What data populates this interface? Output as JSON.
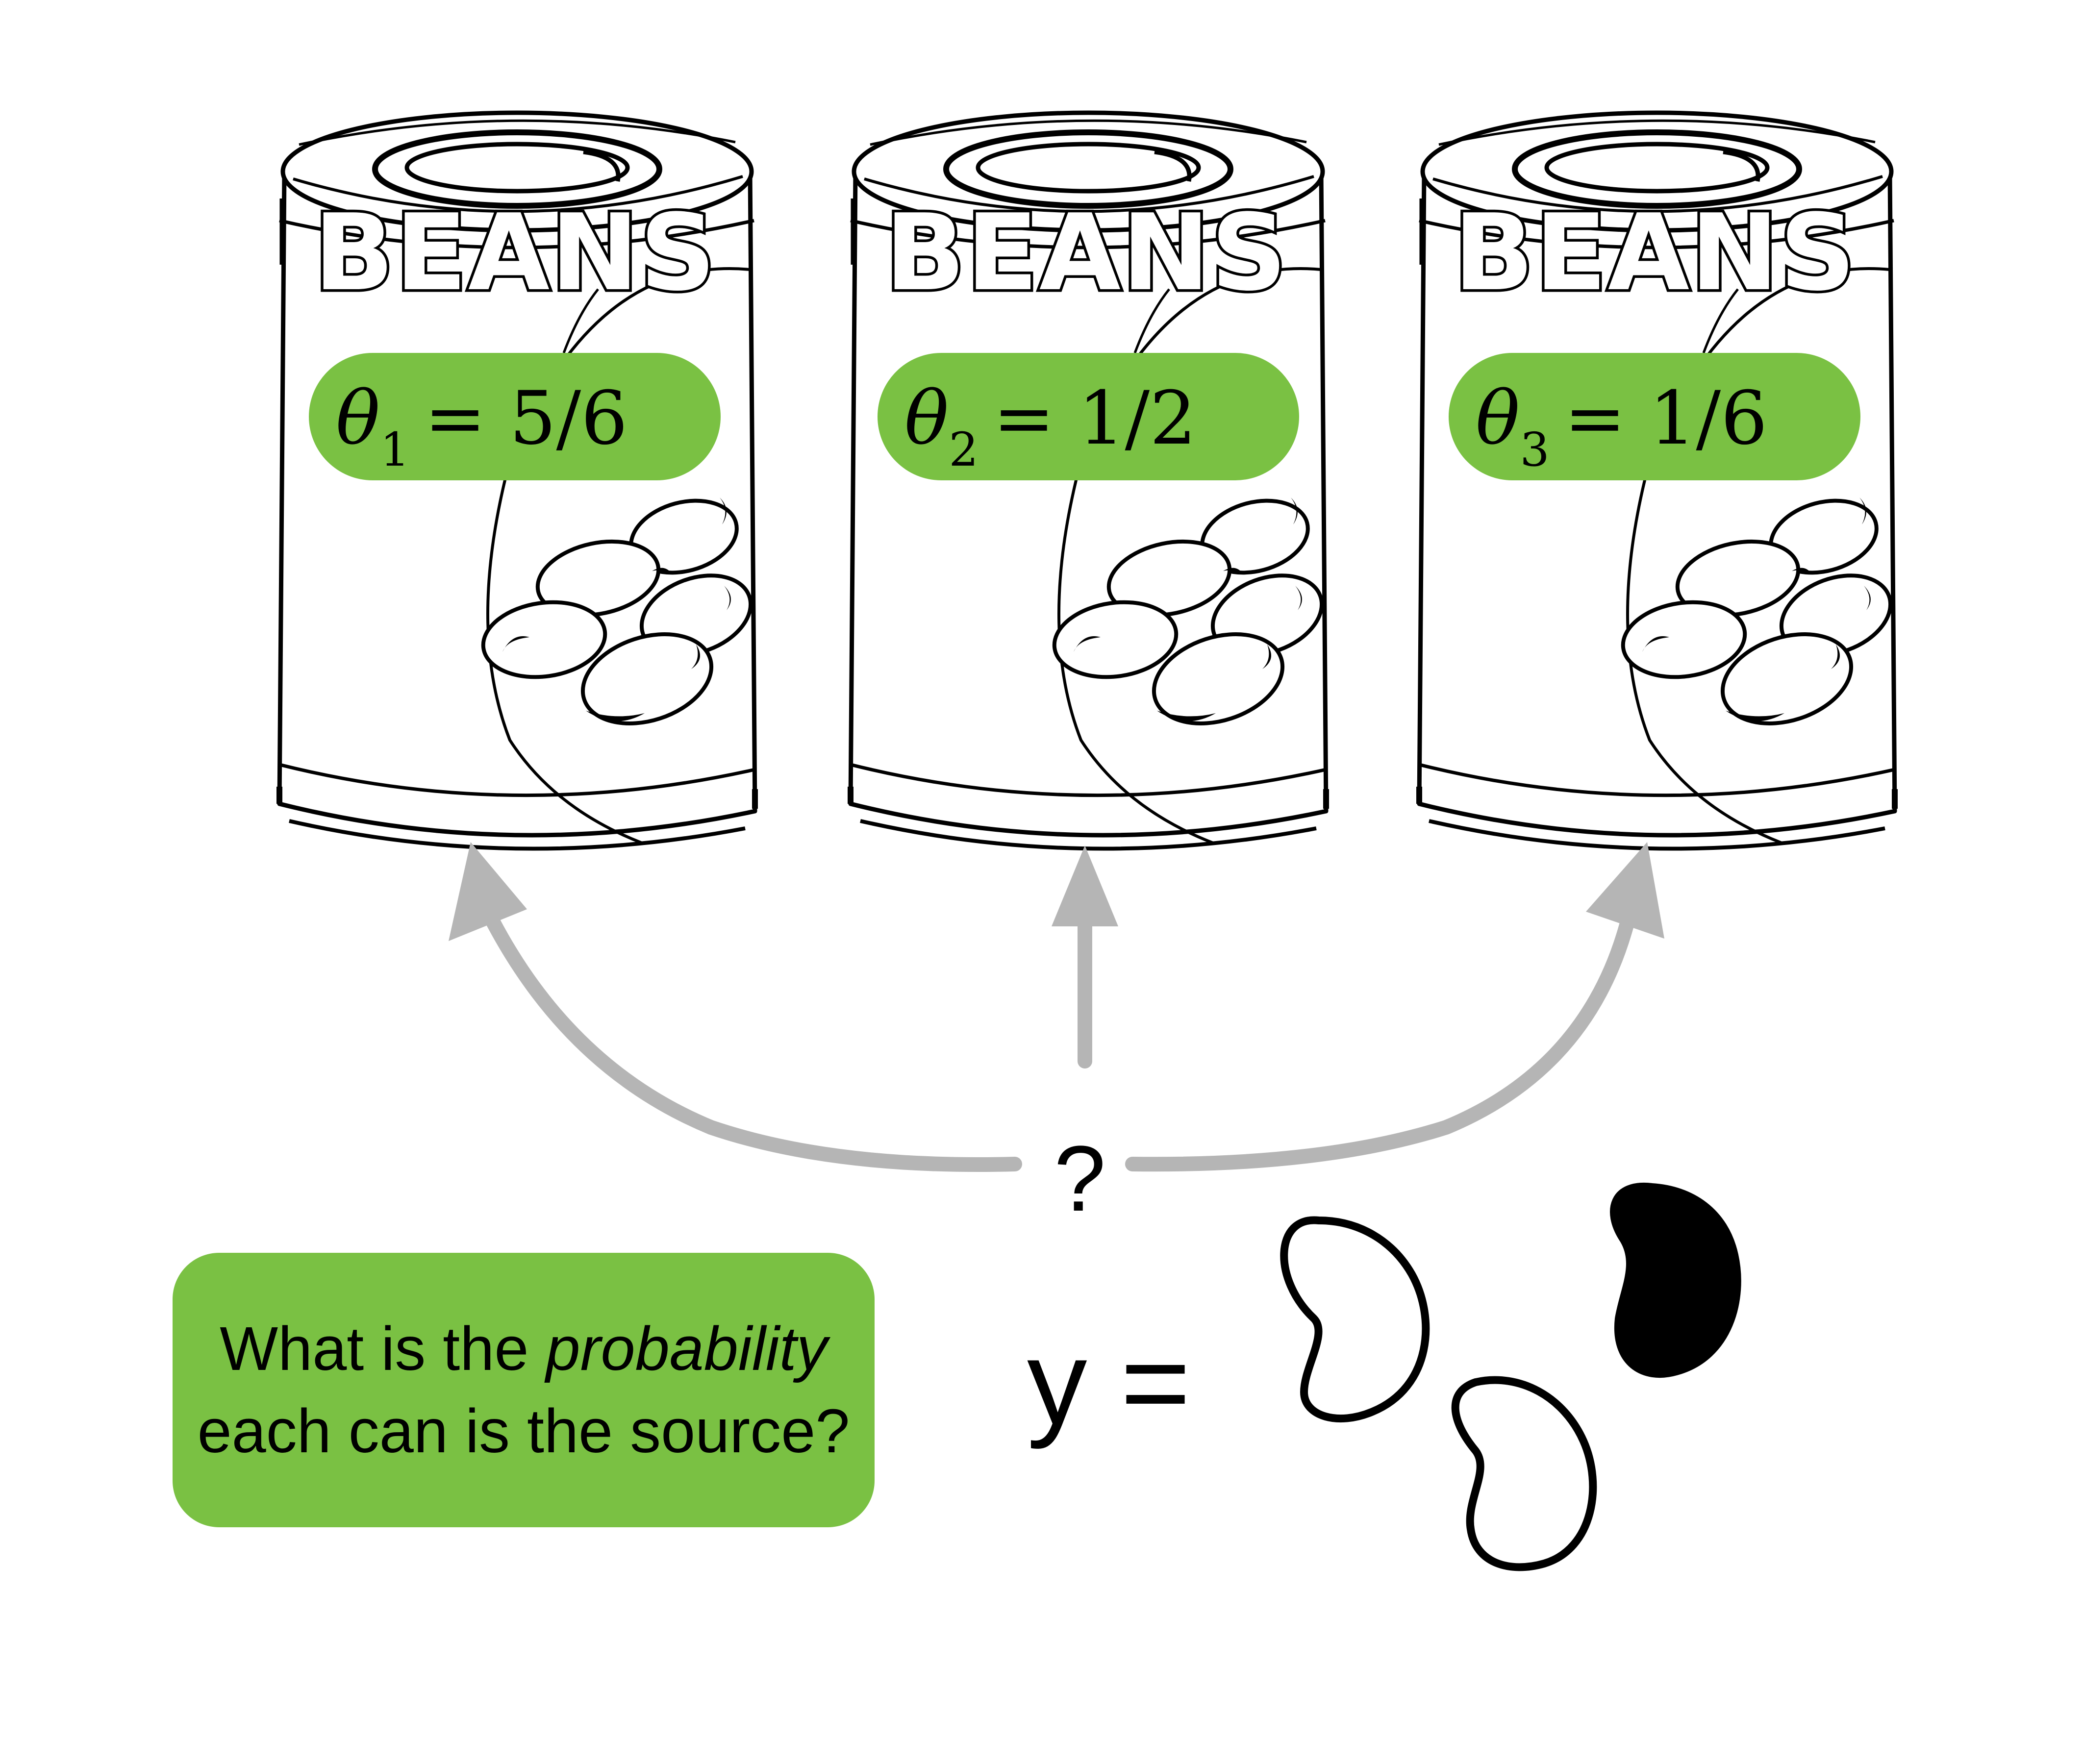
{
  "cans": [
    {
      "brand": "BEANS",
      "param_symbol": "θ",
      "param_index": "1",
      "param_value": "= 5/6"
    },
    {
      "brand": "BEANS",
      "param_symbol": "θ",
      "param_index": "2",
      "param_value": "= 1/2"
    },
    {
      "brand": "BEANS",
      "param_symbol": "θ",
      "param_index": "3",
      "param_value": "= 1/6"
    }
  ],
  "arrows": {
    "center_label": "?",
    "color": "#b5b5b5"
  },
  "question": {
    "before": "What is the ",
    "emphasis": "probability",
    "after": "each can is the source?"
  },
  "observation": {
    "label": "y =",
    "beans": [
      {
        "color": "white",
        "outline": "black"
      },
      {
        "color": "white",
        "outline": "black"
      },
      {
        "color": "black",
        "outline": "black"
      }
    ]
  },
  "colors": {
    "accent_green": "#7ac143",
    "arrow_gray": "#b5b5b5",
    "ink": "#000000"
  }
}
